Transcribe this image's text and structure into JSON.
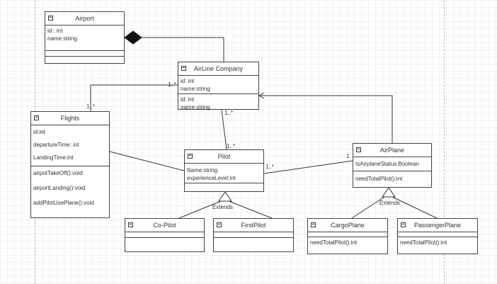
{
  "classes": {
    "airport": {
      "name": "Airport",
      "attributes": [
        "id : int",
        "name:string"
      ],
      "methods": []
    },
    "airline": {
      "name": "AirLine Company",
      "attributes": [
        "id: int",
        "name:string"
      ],
      "attributes2": [
        "id: int",
        "name:string"
      ]
    },
    "flights": {
      "name": "Flights",
      "attributes": [
        "id:int",
        "departureTime: int",
        "LandingTime:int"
      ],
      "methods": [
        "airpotTakeOff():void",
        "airportLanding():void",
        "addPilotUsePlane():void"
      ]
    },
    "pilot": {
      "name": "Pilot",
      "attributes": [
        "Name:string",
        "experienceLevel:int"
      ],
      "methods": []
    },
    "airplane": {
      "name": "AirPlane",
      "attributes": [
        "IsAirplaneStatus:Boolean"
      ],
      "methods": [
        "needTotalPilot():int"
      ]
    },
    "copilot": {
      "name": "Co-Pilot"
    },
    "firstpilot": {
      "name": "FirstPilot"
    },
    "cargoplane": {
      "name": "CargoPlane",
      "methods": [
        "needTotalPilot():int"
      ]
    },
    "passengerplane": {
      "name": "PassengerPlane",
      "methods": [
        "needTotalPilot():int"
      ]
    }
  },
  "labels": {
    "airline_flights_mult": "1..*",
    "flights_mult": "1..*",
    "airline_pilot_mult": "1..*",
    "pilot_top_mult": "1..*",
    "pilot_airplane_mult": "1..*",
    "airplane_mult": "1",
    "pilot_extends": "Extends",
    "airplane_extends": "Extends"
  },
  "colors": {
    "line": "#333333",
    "border": "#444444",
    "grid": "#e3e3e3"
  }
}
